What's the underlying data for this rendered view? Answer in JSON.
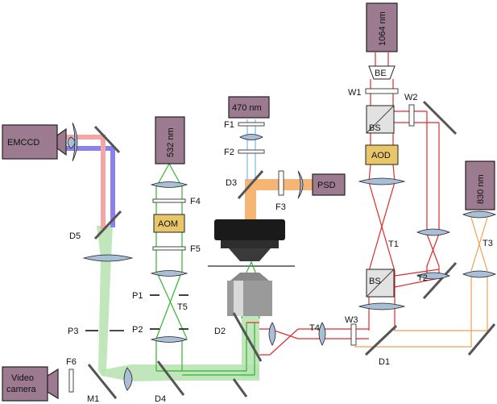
{
  "sources": {
    "laser_1064": "1064 nm",
    "laser_470": "470 nm",
    "laser_532": "532 nm",
    "laser_830": "830 nm",
    "emccd": "EMCCD",
    "psd": "PSD",
    "video_camera_line1": "Video",
    "video_camera_line2": "camera"
  },
  "components": {
    "be": "BE",
    "aod": "AOD",
    "aom": "AOM",
    "bs_top": "BS",
    "bs_bottom": "BS"
  },
  "labels": {
    "w1": "W1",
    "w2": "W2",
    "w3": "W3",
    "f1": "F1",
    "f2": "F2",
    "f3": "F3",
    "f4": "F4",
    "f5": "F5",
    "f6": "F6",
    "d1": "D1",
    "d2": "D2",
    "d3": "D3",
    "d4": "D4",
    "d5": "D5",
    "t1": "T1",
    "t2": "T2",
    "t3": "T3",
    "t4": "T4",
    "t5": "T5",
    "p1": "P1",
    "p2": "P2",
    "p3": "P3",
    "m1": "M1"
  },
  "colors": {
    "ir_1064": "#e02a2a",
    "ir_830": "#f0a050",
    "green_532": "#2fb52f",
    "blue_470": "#8fc4e8",
    "fluorescence_green": "#a9dca3",
    "emccd_red": "#f4a6a6",
    "emccd_blue": "#8a80f0",
    "psd_orange": "#f5b575",
    "source_box": "#9c7a8f",
    "lens": "#a9bfd8",
    "component_yellow": "#e8c76a"
  }
}
